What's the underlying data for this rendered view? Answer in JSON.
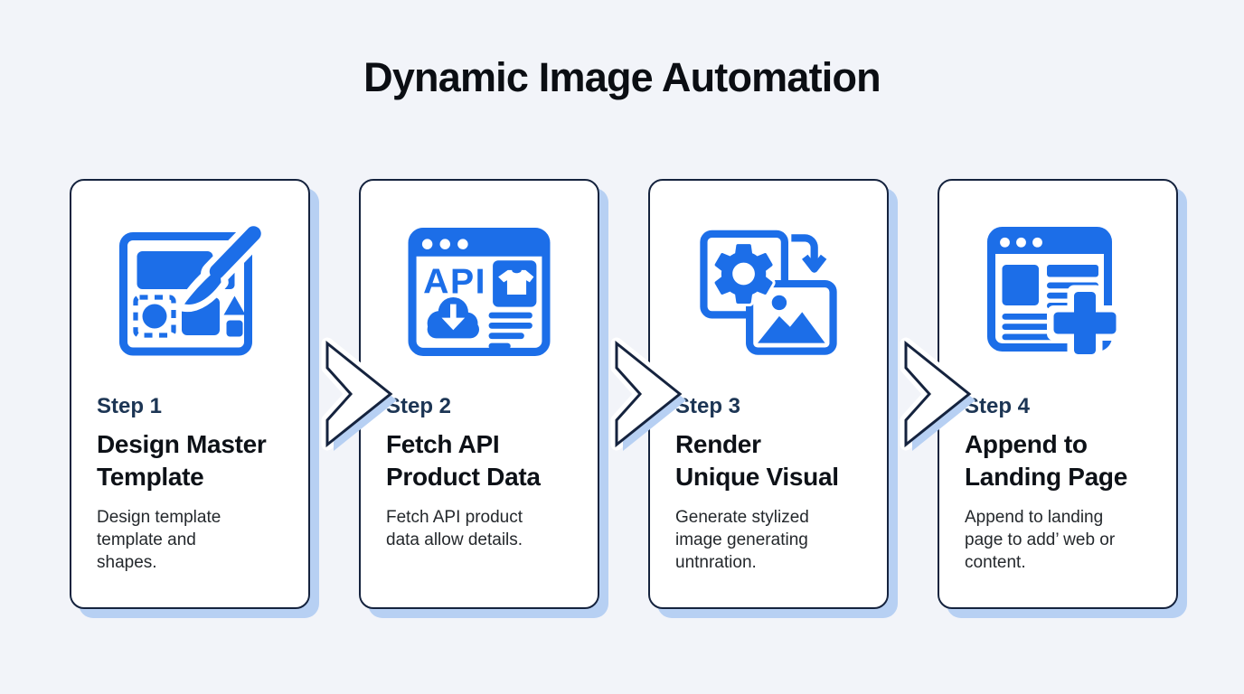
{
  "title": "Dynamic Image Automation",
  "colors": {
    "background": "#f2f4f9",
    "card_background": "#ffffff",
    "card_border": "#15233e",
    "icon_blue": "#1c6ee8",
    "shadow_blue": "#b7d0f3",
    "step_label": "#1c3554",
    "heading_text": "#0d1117",
    "description_text": "#24282c"
  },
  "steps": [
    {
      "label": "Step 1",
      "heading": "Design Master\nTemplate",
      "description": "Design template\ntemplate and\nshapes.",
      "icon": "design-template-icon"
    },
    {
      "label": "Step 2",
      "heading": "Fetch API\nProduct Data",
      "description": "Fetch API product\ndata allow details.",
      "icon": "api-fetch-icon",
      "icon_text": "API"
    },
    {
      "label": "Step 3",
      "heading": "Render\nUnique Visual",
      "description": "Generate stylized\nimage generating\nuntnration.",
      "icon": "render-visual-icon"
    },
    {
      "label": "Step 4",
      "heading": "Append to\nLanding Page",
      "description": "Append to landing\npage to add’ web or\ncontent.",
      "icon": "append-page-icon"
    }
  ]
}
